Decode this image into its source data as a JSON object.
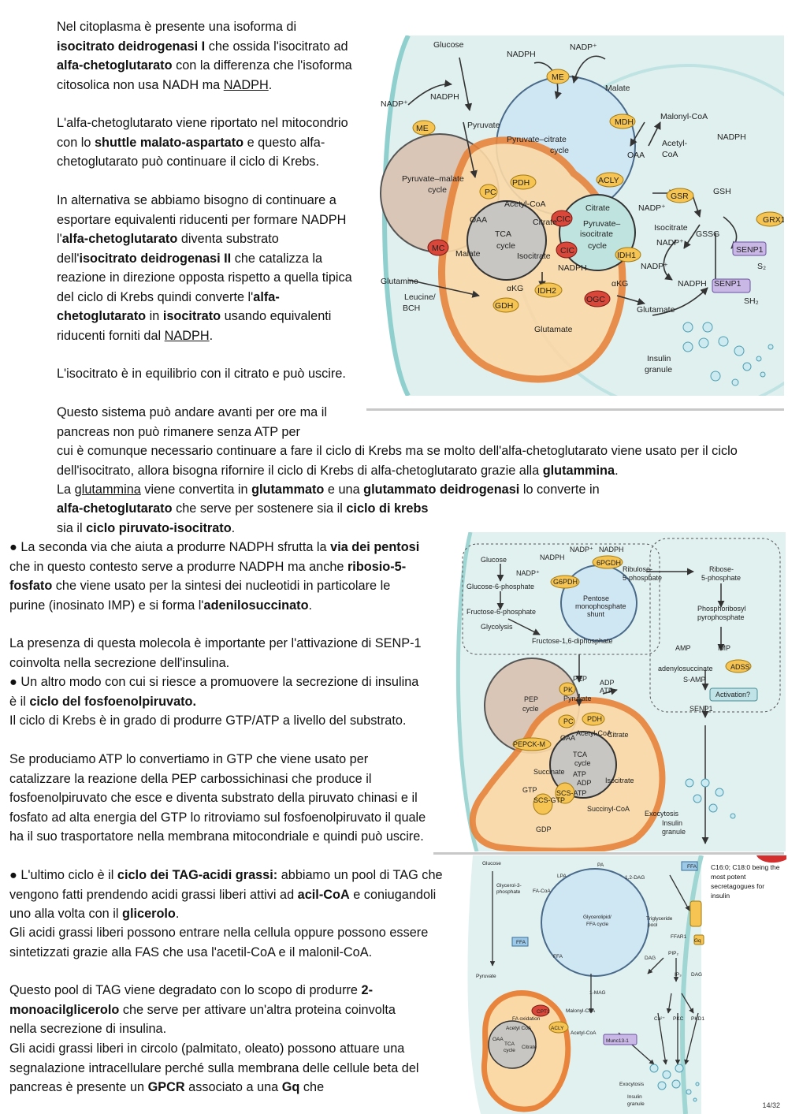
{
  "page": {
    "number": "14/32"
  },
  "text": {
    "p1": [
      [
        "Nel citoplasma è presente una isoforma di ",
        ""
      ],
      [
        "isocitrato deidrogenasi I",
        "b"
      ],
      [
        " che ossida l'isocitrato ad ",
        ""
      ],
      [
        "alfa-chetoglutarato",
        "b"
      ],
      [
        " con la differenza che l'isoforma citosolica non usa NADH ma ",
        ""
      ],
      [
        "NADPH",
        "u"
      ],
      [
        ".",
        ""
      ]
    ],
    "p2": [
      [
        "L'alfa-chetoglutarato viene riportato nel mitocondrio con lo ",
        ""
      ],
      [
        "shuttle malato-aspartato",
        "b"
      ],
      [
        " e questo alfa-chetoglutarato può continuare il ciclo di Krebs.",
        ""
      ]
    ],
    "p3": [
      [
        "In alternativa se abbiamo bisogno di continuare a esportare equivalenti riducenti per formare NADPH l'",
        ""
      ],
      [
        "alfa-chetoglutarato",
        "b"
      ],
      [
        " diventa substrato dell'",
        ""
      ],
      [
        "isocitrato deidrogenasi II",
        "b"
      ],
      [
        " che catalizza la reazione in direzione opposta rispetto a quella tipica del ciclo di Krebs quindi converte l'",
        ""
      ],
      [
        "alfa-chetoglutarato",
        "b"
      ],
      [
        " in ",
        ""
      ],
      [
        "isocitrato",
        "b"
      ],
      [
        " usando equivalenti riducenti forniti dal ",
        ""
      ],
      [
        "NADPH",
        "u"
      ],
      [
        ".",
        ""
      ]
    ],
    "p4": [
      [
        "L'isocitrato è in equilibrio con il citrato e può uscire.",
        ""
      ]
    ],
    "p5a": [
      [
        "Questo sistema può andare avanti per ore ma il pancreas non può rimanere senza ATP per",
        ""
      ]
    ],
    "p5b": [
      [
        "cui è comunque necessario continuare a fare il ciclo di Krebs ma se molto dell'alfa-chetoglutarato viene usato per il ciclo dell'isocitrato, allora bisogna rifornire il ciclo di Krebs di alfa-chetoglutarato grazie alla ",
        ""
      ],
      [
        "glutammina",
        "b"
      ],
      [
        ".",
        ""
      ]
    ],
    "p6": [
      [
        "La ",
        ""
      ],
      [
        "glutammina",
        "u"
      ],
      [
        " viene convertita in ",
        ""
      ],
      [
        "glutammato",
        "b"
      ],
      [
        " e una ",
        ""
      ],
      [
        "glutammato deidrogenasi",
        "b"
      ],
      [
        " lo converte in",
        ""
      ]
    ],
    "p6b": [
      [
        "alfa-chetoglutarato",
        "b"
      ],
      [
        " che serve per sostenere sia il ",
        ""
      ],
      [
        "ciclo di krebs",
        "b"
      ],
      [
        " sia il ",
        ""
      ],
      [
        "ciclo piruvato-isocitrato",
        "b"
      ],
      [
        ".",
        ""
      ]
    ],
    "p7": [
      [
        "● La seconda via che aiuta a produrre NADPH sfrutta la ",
        ""
      ],
      [
        "via dei pentosi",
        "b"
      ],
      [
        " che in questo contesto serve a produrre NADPH ma anche ",
        ""
      ],
      [
        "ribosio-5-fosfato",
        "b"
      ],
      [
        " che viene usato per la sintesi dei nucleotidi in particolare le purine (inosinato IMP) e si forma l'",
        ""
      ],
      [
        "adenilosuccinato",
        "b"
      ],
      [
        ".",
        ""
      ]
    ],
    "p8": [
      [
        "La presenza di questa molecola è importante per l'attivazione di SENP-1 coinvolta nella secrezione dell'insulina.",
        ""
      ]
    ],
    "p9": [
      [
        "● Un altro modo con cui si riesce a promuovere la secrezione di insulina è il ",
        ""
      ],
      [
        "ciclo del fosfoenolpiruvato.",
        "b"
      ]
    ],
    "p10": [
      [
        "Il ciclo di Krebs è in grado di produrre GTP/ATP a livello del substrato.",
        ""
      ]
    ],
    "p11": [
      [
        "Se produciamo ATP lo convertiamo in GTP che viene usato per catalizzare la reazione della PEP carbossichinasi che produce il fosfoenolpiruvato che esce e diventa substrato della piruvato chinasi e il fosfato ad alta energia del GTP lo ritroviamo sul fosfoenolpiruvato il quale ha il suo trasportatore nella membrana mitocondriale e quindi può uscire.",
        ""
      ]
    ],
    "p12": [
      [
        "● L'ultimo ciclo è il ",
        ""
      ],
      [
        "ciclo dei TAG-acidi grassi:",
        "b"
      ],
      [
        " abbiamo un pool di TAG che vengono fatti prendendo acidi grassi liberi attivi ad ",
        ""
      ],
      [
        "acil-CoA",
        "b"
      ],
      [
        " e coniugandoli uno alla volta con il ",
        ""
      ],
      [
        "glicerolo",
        "b"
      ],
      [
        ".",
        ""
      ]
    ],
    "p13": [
      [
        "Gli acidi grassi liberi possono entrare nella cellula oppure possono essere sintetizzati grazie alla FAS che usa l'acetil-CoA e il malonil-CoA.",
        ""
      ]
    ],
    "p14": [
      [
        "Questo pool di TAG viene degradato con lo scopo di produrre ",
        ""
      ],
      [
        "2-monoacilglicerolo",
        "b"
      ],
      [
        " che serve per attivare un'altra proteina coinvolta nella secrezione di insulina.",
        ""
      ]
    ],
    "p15": [
      [
        "Gli acidi grassi liberi in circolo (palmitato, oleato) possono attuare una segnalazione intracellulare perché sulla membrana delle cellule beta del pancreas è presente un ",
        ""
      ],
      [
        "GPCR",
        "b"
      ],
      [
        " associato a una ",
        ""
      ],
      [
        "Gq",
        "b"
      ],
      [
        " che",
        ""
      ]
    ]
  },
  "fig1": {
    "labels": [
      "Glucose",
      "NADPH",
      "NADP⁺",
      "ME",
      "Malate",
      "NADP⁺",
      "NADPH",
      "ME",
      "Pyruvate",
      "MDH",
      "Malonyl-CoA",
      "Pyruvate–citrate",
      "cycle",
      "NADPH",
      "OAA",
      "Acetyl-",
      "CoA",
      "Pyruvate–malate",
      "cycle",
      "PC",
      "PDH",
      "ACLY",
      "GSR",
      "GSH",
      "Acetyl-CoA",
      "Citrate",
      "NADP⁺",
      "GRX1",
      "OAA",
      "Citrate",
      "CIC",
      "Pyruvate–",
      "isocitrate",
      "cycle",
      "Isocitrate",
      "GSSG",
      "TCA",
      "cycle",
      "SENP1",
      "S₂",
      "MC",
      "Malate",
      "Isocitrate",
      "CIC",
      "IDH1",
      "NADP⁺",
      "NADP⁺",
      "NADPH",
      "Glutamine",
      "αKG",
      "IDH2",
      "αKG",
      "NADPH",
      "SENP1",
      "SH₂",
      "Leucine/",
      "BCH",
      "GDH",
      "OGC",
      "Glutamate",
      "Glutamate",
      "Insulin",
      "granule"
    ]
  },
  "fig2": {
    "labels": [
      "Glucose",
      "NADPH",
      "NADP⁺",
      "NADPH",
      "NADP⁺",
      "6PGDH",
      "Ribulose-",
      "5-phosphate",
      "Ribose-",
      "5-phosphate",
      "Glucose-6-phosphate",
      "G6PDH",
      "Pentose",
      "monophosphate",
      "shunt",
      "Fructose-6-phosphate",
      "Phosphoribosyl",
      "pyrophosphate",
      "Glycolysis",
      "Fructose-1,6-diphosphate",
      "AMP",
      "IMP",
      "adenylosuccinate",
      "ADSS",
      "PEP",
      "ADP",
      "PK",
      "ATP",
      "S-AMP",
      "Activation?",
      "PEP",
      "cycle",
      "Pyruvate",
      "SENP1",
      "PC",
      "PDH",
      "PEPCK-M",
      "OAA",
      "Acetyl-CoA",
      "Citrate",
      "TCA",
      "cycle",
      "Succinate",
      "ATP",
      "ADP",
      "Isocitrate",
      "GTP",
      "SCS-GTP",
      "SCS-ATP",
      "Succinyl-CoA",
      "GDP",
      "Exocytosis",
      "Insulin",
      "granule"
    ]
  },
  "fig3": {
    "labels": [
      "Glucose",
      "PA",
      "FFA",
      "LPA",
      "1,2-DAG",
      "Glycerol-3-",
      "phosphate",
      "FA-CoA",
      "Glycerolipid/",
      "FFA cycle",
      "Triglyceride",
      "pool",
      "FFAR1",
      "FFA",
      "FFA",
      "PIP₂",
      "Gq",
      "DAG",
      "IP₃",
      "DAG",
      "Pyruvate",
      "1-MAG",
      "CPT1",
      "FA oxidation",
      "Malonyl-CoA",
      "Ca²⁺",
      "PKC",
      "PKD1",
      "Acetyl CoA",
      "Acetyl-CoA",
      "OAA",
      "Citrate",
      "ACLY",
      "TCA",
      "cycle",
      "Munc13-1",
      "Exocytosis",
      "Insulin",
      "granule"
    ],
    "callout": "C16:0; C18:0 being the most potent secretagogues for insulin"
  }
}
